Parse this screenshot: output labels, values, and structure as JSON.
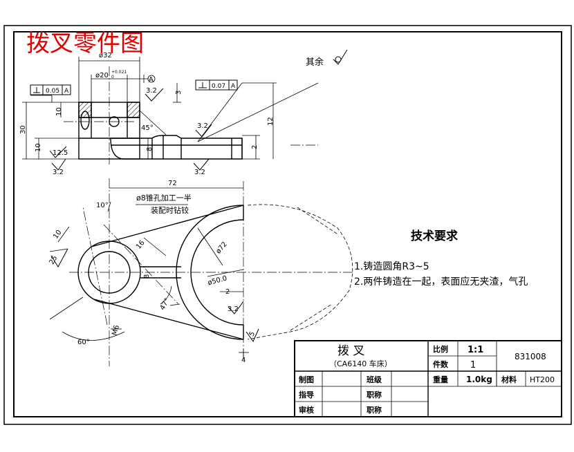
{
  "title": "拨叉零件图",
  "surface_note": {
    "label": "其余"
  },
  "dims": {
    "d32": "ø32",
    "d20": "ø20",
    "d20_tol_upper": "+0.021",
    "d20_tol_lower": "0",
    "datum_a": "A",
    "rough_32a": "3.2",
    "rough_32b": "3.2",
    "rough_32c": "3.2",
    "rough_32d": "3.2",
    "rough_32e": "3.2",
    "rough_125": "12.5",
    "rough_25": "25",
    "perp_tol": "0.05",
    "perp_datum": "A",
    "flat_tol": "0.07",
    "flat_datum": "A",
    "dim_3": "3",
    "dim_10a": "10",
    "dim_30": "30",
    "dim_10b": "10",
    "dim_45deg": "45°",
    "dim_8a": "8",
    "dim_2": "2",
    "dim_12": "12",
    "dim_72": "72",
    "dim_10deg": "10°",
    "dim_10c": "10",
    "dim_16": "16",
    "dim_r72": "ø72",
    "dim_d50": "ø50.0",
    "dim_8b": "8",
    "dim_2b": "2",
    "dim_47deg": "47°",
    "dim_60deg": "60°",
    "dim_m6": "M6",
    "dim_4": "4",
    "dim_5": "5",
    "pin_note_1": "ø8锥孔加工一半",
    "pin_note_2": "装配时钻铰"
  },
  "tech_req": {
    "heading": "技术要求",
    "item1": "1.铸造圆角R3~5",
    "item2": "2.两件铸造在一起，表面应无夹渣，气孔"
  },
  "title_block": {
    "part_name": "拨  叉",
    "machine": "（CA6140 车床）",
    "scale_label": "比例",
    "scale_value": "1:1",
    "qty_label": "件数",
    "qty_value": "1",
    "drawing_no": "831008",
    "drawn_label": "制图",
    "class_label": "班级",
    "weight_label": "重量",
    "weight_value": "1.0kg",
    "material_label": "材料",
    "material_value": "HT200",
    "guide_label": "指导",
    "title_label_1": "职称",
    "review_label": "审核",
    "title_label_2": "职称"
  }
}
